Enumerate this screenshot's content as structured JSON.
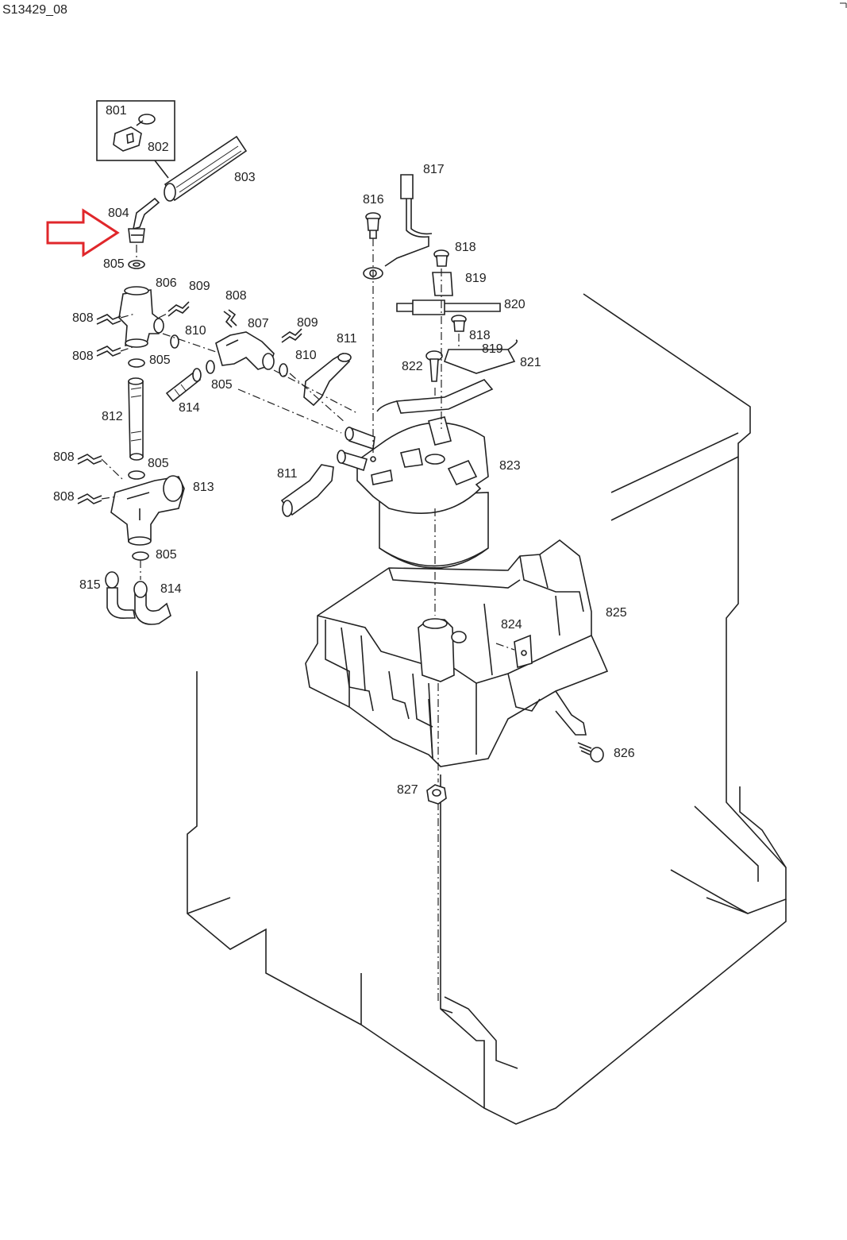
{
  "diagram": {
    "sheet_id": "S13429_08",
    "highlight_arrow": {
      "color": "#e0272b",
      "target": "804"
    },
    "labels": [
      {
        "key": "801",
        "text": "801"
      },
      {
        "key": "802",
        "text": "802"
      },
      {
        "key": "803",
        "text": "803"
      },
      {
        "key": "804",
        "text": "804"
      },
      {
        "key": "805a",
        "text": "805"
      },
      {
        "key": "806",
        "text": "806"
      },
      {
        "key": "809a",
        "text": "809"
      },
      {
        "key": "808a",
        "text": "808"
      },
      {
        "key": "808b",
        "text": "808"
      },
      {
        "key": "808c",
        "text": "808"
      },
      {
        "key": "807",
        "text": "807"
      },
      {
        "key": "809b",
        "text": "809"
      },
      {
        "key": "810a",
        "text": "810"
      },
      {
        "key": "810b",
        "text": "810"
      },
      {
        "key": "811a",
        "text": "811"
      },
      {
        "key": "805b",
        "text": "805"
      },
      {
        "key": "805c",
        "text": "805"
      },
      {
        "key": "814a",
        "text": "814"
      },
      {
        "key": "812",
        "text": "812"
      },
      {
        "key": "808d",
        "text": "808"
      },
      {
        "key": "805d",
        "text": "805"
      },
      {
        "key": "808e",
        "text": "808"
      },
      {
        "key": "813",
        "text": "813"
      },
      {
        "key": "805e",
        "text": "805"
      },
      {
        "key": "815",
        "text": "815"
      },
      {
        "key": "814b",
        "text": "814"
      },
      {
        "key": "811b",
        "text": "811"
      },
      {
        "key": "816",
        "text": "816"
      },
      {
        "key": "817",
        "text": "817"
      },
      {
        "key": "818a",
        "text": "818"
      },
      {
        "key": "819a",
        "text": "819"
      },
      {
        "key": "820",
        "text": "820"
      },
      {
        "key": "818b",
        "text": "818"
      },
      {
        "key": "819b",
        "text": "819"
      },
      {
        "key": "821",
        "text": "821"
      },
      {
        "key": "822",
        "text": "822"
      },
      {
        "key": "823",
        "text": "823"
      },
      {
        "key": "824",
        "text": "824"
      },
      {
        "key": "825",
        "text": "825"
      },
      {
        "key": "826",
        "text": "826"
      },
      {
        "key": "827",
        "text": "827"
      }
    ]
  }
}
